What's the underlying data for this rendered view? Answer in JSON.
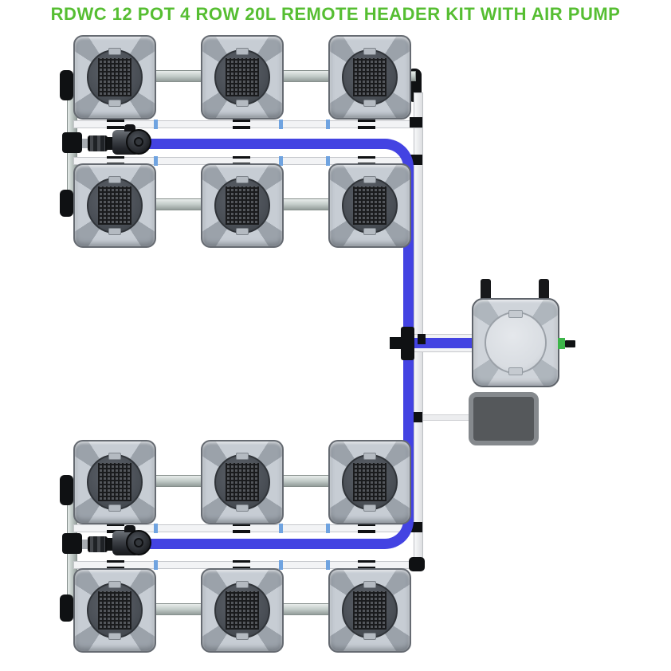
{
  "title": {
    "text": "RDWC 12 POT 4 ROW 20L REMOTE HEADER KIT WITH AIR PUMP"
  },
  "components": {
    "grow_pots": 12,
    "pot_rows": 4,
    "water_pumps": 2,
    "remote_header_tank": 1,
    "air_pump": 1
  },
  "colors": {
    "title_green": "#56BE32",
    "tube_blue": "#4343E2",
    "pipe_silver": "#C3CCC9",
    "pipe_white": "#F2F3F5",
    "clip_blue": "#6FA3E0",
    "fitting_black": "#0F1113",
    "pot_body": "#C7CDD4",
    "pot_shadow": "#9BA2AA",
    "lid_dark": "#4A4F56",
    "mesh_dark": "#1A1B1D",
    "reservoir_lid": "#D9DDE2",
    "green_fitting": "#3DB54A",
    "air_pump_body": "#55585B",
    "air_pump_frame": "#85898D",
    "background": "#FFFFFF"
  }
}
